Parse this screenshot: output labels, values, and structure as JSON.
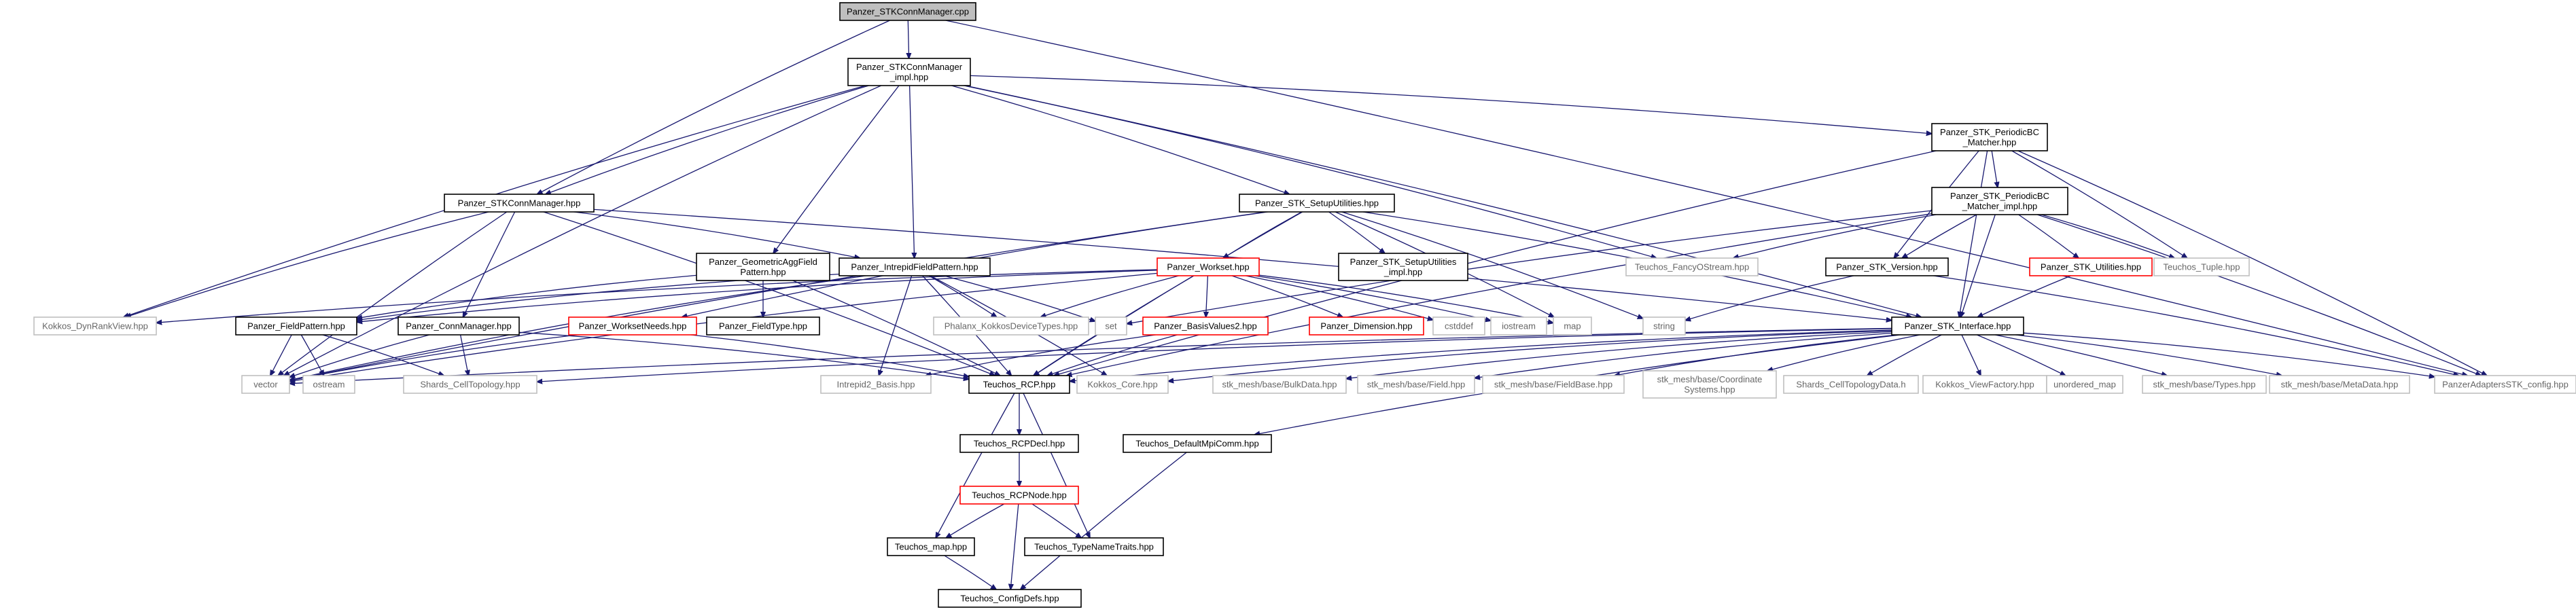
{
  "graph": {
    "nodes": [
      {
        "id": "cpp",
        "label": [
          "Panzer_STKConnManager.cpp"
        ],
        "style": "root"
      },
      {
        "id": "impl",
        "label": [
          "Panzer_STKConnManager",
          "_impl.hpp"
        ],
        "style": "normal"
      },
      {
        "id": "periodic",
        "label": [
          "Panzer_STK_PeriodicBC",
          "_Matcher.hpp"
        ],
        "style": "normal"
      },
      {
        "id": "periodic_impl",
        "label": [
          "Panzer_STK_PeriodicBC",
          "_Matcher_impl.hpp"
        ],
        "style": "normal"
      },
      {
        "id": "connmgr_stk",
        "label": [
          "Panzer_STKConnManager.hpp"
        ],
        "style": "normal"
      },
      {
        "id": "setup",
        "label": [
          "Panzer_STK_SetupUtilities.hpp"
        ],
        "style": "normal"
      },
      {
        "id": "geomagg",
        "label": [
          "Panzer_GeometricAggField",
          "Pattern.hpp"
        ],
        "style": "normal"
      },
      {
        "id": "intrepid_fp",
        "label": [
          "Panzer_IntrepidFieldPattern.hpp"
        ],
        "style": "normal"
      },
      {
        "id": "workset",
        "label": [
          "Panzer_Workset.hpp"
        ],
        "style": "red"
      },
      {
        "id": "setup_impl",
        "label": [
          "Panzer_STK_SetupUtilities",
          "_impl.hpp"
        ],
        "style": "normal"
      },
      {
        "id": "fancy",
        "label": [
          "Teuchos_FancyOStream.hpp"
        ],
        "style": "gray"
      },
      {
        "id": "version",
        "label": [
          "Panzer_STK_Version.hpp"
        ],
        "style": "normal"
      },
      {
        "id": "stk_util",
        "label": [
          "Panzer_STK_Utilities.hpp"
        ],
        "style": "red"
      },
      {
        "id": "tuple",
        "label": [
          "Teuchos_Tuple.hpp"
        ],
        "style": "gray"
      },
      {
        "id": "dynrank",
        "label": [
          "Kokkos_DynRankView.hpp"
        ],
        "style": "gray"
      },
      {
        "id": "fieldpattern",
        "label": [
          "Panzer_FieldPattern.hpp"
        ],
        "style": "normal"
      },
      {
        "id": "connmgr",
        "label": [
          "Panzer_ConnManager.hpp"
        ],
        "style": "normal"
      },
      {
        "id": "worksetneeds",
        "label": [
          "Panzer_WorksetNeeds.hpp"
        ],
        "style": "red"
      },
      {
        "id": "fieldtype",
        "label": [
          "Panzer_FieldType.hpp"
        ],
        "style": "normal"
      },
      {
        "id": "phalanx",
        "label": [
          "Phalanx_KokkosDeviceTypes.hpp"
        ],
        "style": "gray"
      },
      {
        "id": "set",
        "label": [
          "set"
        ],
        "style": "gray"
      },
      {
        "id": "basisvalues",
        "label": [
          "Panzer_BasisValues2.hpp"
        ],
        "style": "red"
      },
      {
        "id": "dimension",
        "label": [
          "Panzer_Dimension.hpp"
        ],
        "style": "red"
      },
      {
        "id": "cstddef",
        "label": [
          "cstddef"
        ],
        "style": "gray"
      },
      {
        "id": "iostream",
        "label": [
          "iostream"
        ],
        "style": "gray"
      },
      {
        "id": "map",
        "label": [
          "map"
        ],
        "style": "gray"
      },
      {
        "id": "string",
        "label": [
          "string"
        ],
        "style": "gray"
      },
      {
        "id": "interface",
        "label": [
          "Panzer_STK_Interface.hpp"
        ],
        "style": "normal"
      },
      {
        "id": "vector",
        "label": [
          "vector"
        ],
        "style": "gray"
      },
      {
        "id": "ostream",
        "label": [
          "ostream"
        ],
        "style": "gray"
      },
      {
        "id": "shards_ct",
        "label": [
          "Shards_CellTopology.hpp"
        ],
        "style": "gray"
      },
      {
        "id": "intrepid_basis",
        "label": [
          "Intrepid2_Basis.hpp"
        ],
        "style": "gray"
      },
      {
        "id": "rcp",
        "label": [
          "Teuchos_RCP.hpp"
        ],
        "style": "normal"
      },
      {
        "id": "kokkos_core",
        "label": [
          "Kokkos_Core.hpp"
        ],
        "style": "gray"
      },
      {
        "id": "bulkdata",
        "label": [
          "stk_mesh/base/BulkData.hpp"
        ],
        "style": "gray"
      },
      {
        "id": "field",
        "label": [
          "stk_mesh/base/Field.hpp"
        ],
        "style": "gray"
      },
      {
        "id": "fieldbase",
        "label": [
          "stk_mesh/base/FieldBase.hpp"
        ],
        "style": "gray"
      },
      {
        "id": "coordsys",
        "label": [
          "stk_mesh/base/Coordinate",
          "Systems.hpp"
        ],
        "style": "gray"
      },
      {
        "id": "shards_ctd",
        "label": [
          "Shards_CellTopologyData.h"
        ],
        "style": "gray"
      },
      {
        "id": "viewfactory",
        "label": [
          "Kokkos_ViewFactory.hpp"
        ],
        "style": "gray"
      },
      {
        "id": "unordered_map",
        "label": [
          "unordered_map"
        ],
        "style": "gray"
      },
      {
        "id": "types",
        "label": [
          "stk_mesh/base/Types.hpp"
        ],
        "style": "gray"
      },
      {
        "id": "metadata",
        "label": [
          "stk_mesh/base/MetaData.hpp"
        ],
        "style": "gray"
      },
      {
        "id": "adapters_config",
        "label": [
          "PanzerAdaptersSTK_config.hpp"
        ],
        "style": "gray"
      },
      {
        "id": "rcpdecl",
        "label": [
          "Teuchos_RCPDecl.hpp"
        ],
        "style": "normal"
      },
      {
        "id": "mpicomm",
        "label": [
          "Teuchos_DefaultMpiComm.hpp"
        ],
        "style": "normal"
      },
      {
        "id": "rcpnode",
        "label": [
          "Teuchos_RCPNode.hpp"
        ],
        "style": "red"
      },
      {
        "id": "tmap",
        "label": [
          "Teuchos_map.hpp"
        ],
        "style": "normal"
      },
      {
        "id": "typenametraits",
        "label": [
          "Teuchos_TypeNameTraits.hpp"
        ],
        "style": "normal"
      },
      {
        "id": "configdefs",
        "label": [
          "Teuchos_ConfigDefs.hpp"
        ],
        "style": "normal"
      }
    ],
    "edges": [
      [
        "cpp",
        "impl"
      ],
      [
        "cpp",
        "connmgr_stk"
      ],
      [
        "cpp",
        "adapters_config"
      ],
      [
        "impl",
        "periodic"
      ],
      [
        "impl",
        "connmgr_stk"
      ],
      [
        "impl",
        "setup"
      ],
      [
        "impl",
        "geomagg"
      ],
      [
        "impl",
        "intrepid_fp"
      ],
      [
        "impl",
        "fancy"
      ],
      [
        "impl",
        "dynrank"
      ],
      [
        "impl",
        "vector"
      ],
      [
        "impl",
        "interface"
      ],
      [
        "periodic",
        "periodic_impl"
      ],
      [
        "periodic",
        "version"
      ],
      [
        "periodic",
        "tuple"
      ],
      [
        "periodic",
        "interface"
      ],
      [
        "periodic",
        "adapters_config"
      ],
      [
        "periodic",
        "rcp"
      ],
      [
        "periodic_impl",
        "fancy"
      ],
      [
        "periodic_impl",
        "version"
      ],
      [
        "periodic_impl",
        "stk_util"
      ],
      [
        "periodic_impl",
        "tuple"
      ],
      [
        "periodic_impl",
        "interface"
      ],
      [
        "periodic_impl",
        "set"
      ],
      [
        "periodic_impl",
        "adapters_config"
      ],
      [
        "periodic_impl",
        "rcp"
      ],
      [
        "connmgr_stk",
        "dynrank"
      ],
      [
        "connmgr_stk",
        "connmgr"
      ],
      [
        "connmgr_stk",
        "intrepid_fp"
      ],
      [
        "connmgr_stk",
        "vector"
      ],
      [
        "connmgr_stk",
        "rcp"
      ],
      [
        "connmgr_stk",
        "interface"
      ],
      [
        "setup",
        "workset"
      ],
      [
        "setup",
        "setup_impl"
      ],
      [
        "setup",
        "interface"
      ],
      [
        "setup",
        "string"
      ],
      [
        "setup",
        "vector"
      ],
      [
        "setup",
        "worksetneeds"
      ],
      [
        "setup",
        "rcp"
      ],
      [
        "setup",
        "map"
      ],
      [
        "geomagg",
        "fieldpattern"
      ],
      [
        "geomagg",
        "fieldtype"
      ],
      [
        "geomagg",
        "rcp"
      ],
      [
        "intrepid_fp",
        "fieldpattern"
      ],
      [
        "intrepid_fp",
        "intrepid_basis"
      ],
      [
        "intrepid_fp",
        "phalanx"
      ],
      [
        "intrepid_fp",
        "set"
      ],
      [
        "intrepid_fp",
        "rcp"
      ],
      [
        "intrepid_fp",
        "kokkos_core"
      ],
      [
        "intrepid_fp",
        "vector"
      ],
      [
        "workset",
        "basisvalues"
      ],
      [
        "workset",
        "dimension"
      ],
      [
        "workset",
        "phalanx"
      ],
      [
        "workset",
        "cstddef"
      ],
      [
        "workset",
        "iostream"
      ],
      [
        "workset",
        "map"
      ],
      [
        "workset",
        "fieldpattern"
      ],
      [
        "workset",
        "rcp"
      ],
      [
        "workset",
        "dynrank"
      ],
      [
        "workset",
        "vector"
      ],
      [
        "version",
        "string"
      ],
      [
        "version",
        "adapters_config"
      ],
      [
        "stk_util",
        "interface"
      ],
      [
        "fieldpattern",
        "vector"
      ],
      [
        "fieldpattern",
        "ostream"
      ],
      [
        "fieldpattern",
        "shards_ct"
      ],
      [
        "connmgr",
        "vector"
      ],
      [
        "connmgr",
        "shards_ct"
      ],
      [
        "connmgr",
        "rcp"
      ],
      [
        "worksetneeds",
        "vector"
      ],
      [
        "worksetneeds",
        "rcp"
      ],
      [
        "basisvalues",
        "rcp"
      ],
      [
        "basisvalues",
        "intrepid_basis"
      ],
      [
        "interface",
        "rcp"
      ],
      [
        "interface",
        "kokkos_core"
      ],
      [
        "interface",
        "bulkdata"
      ],
      [
        "interface",
        "field"
      ],
      [
        "interface",
        "fieldbase"
      ],
      [
        "interface",
        "coordsys"
      ],
      [
        "interface",
        "shards_ctd"
      ],
      [
        "interface",
        "viewfactory"
      ],
      [
        "interface",
        "unordered_map"
      ],
      [
        "interface",
        "types"
      ],
      [
        "interface",
        "metadata"
      ],
      [
        "interface",
        "adapters_config"
      ],
      [
        "interface",
        "mpicomm"
      ],
      [
        "interface",
        "shards_ct"
      ],
      [
        "interface",
        "vector"
      ],
      [
        "rcp",
        "rcpdecl"
      ],
      [
        "rcp",
        "tmap"
      ],
      [
        "rcp",
        "typenametraits"
      ],
      [
        "rcpdecl",
        "rcpnode"
      ],
      [
        "rcpnode",
        "tmap"
      ],
      [
        "rcpnode",
        "typenametraits"
      ],
      [
        "rcpnode",
        "configdefs"
      ],
      [
        "tmap",
        "configdefs"
      ],
      [
        "mpicomm",
        "configdefs"
      ]
    ]
  },
  "colors": {
    "edge": "#191970",
    "normal_border": "#000000",
    "gray_border": "#bfbfbf",
    "gray_text": "#666666",
    "red_border": "#ff0000",
    "root_fill": "#bfbfbf",
    "text": "#000000"
  }
}
